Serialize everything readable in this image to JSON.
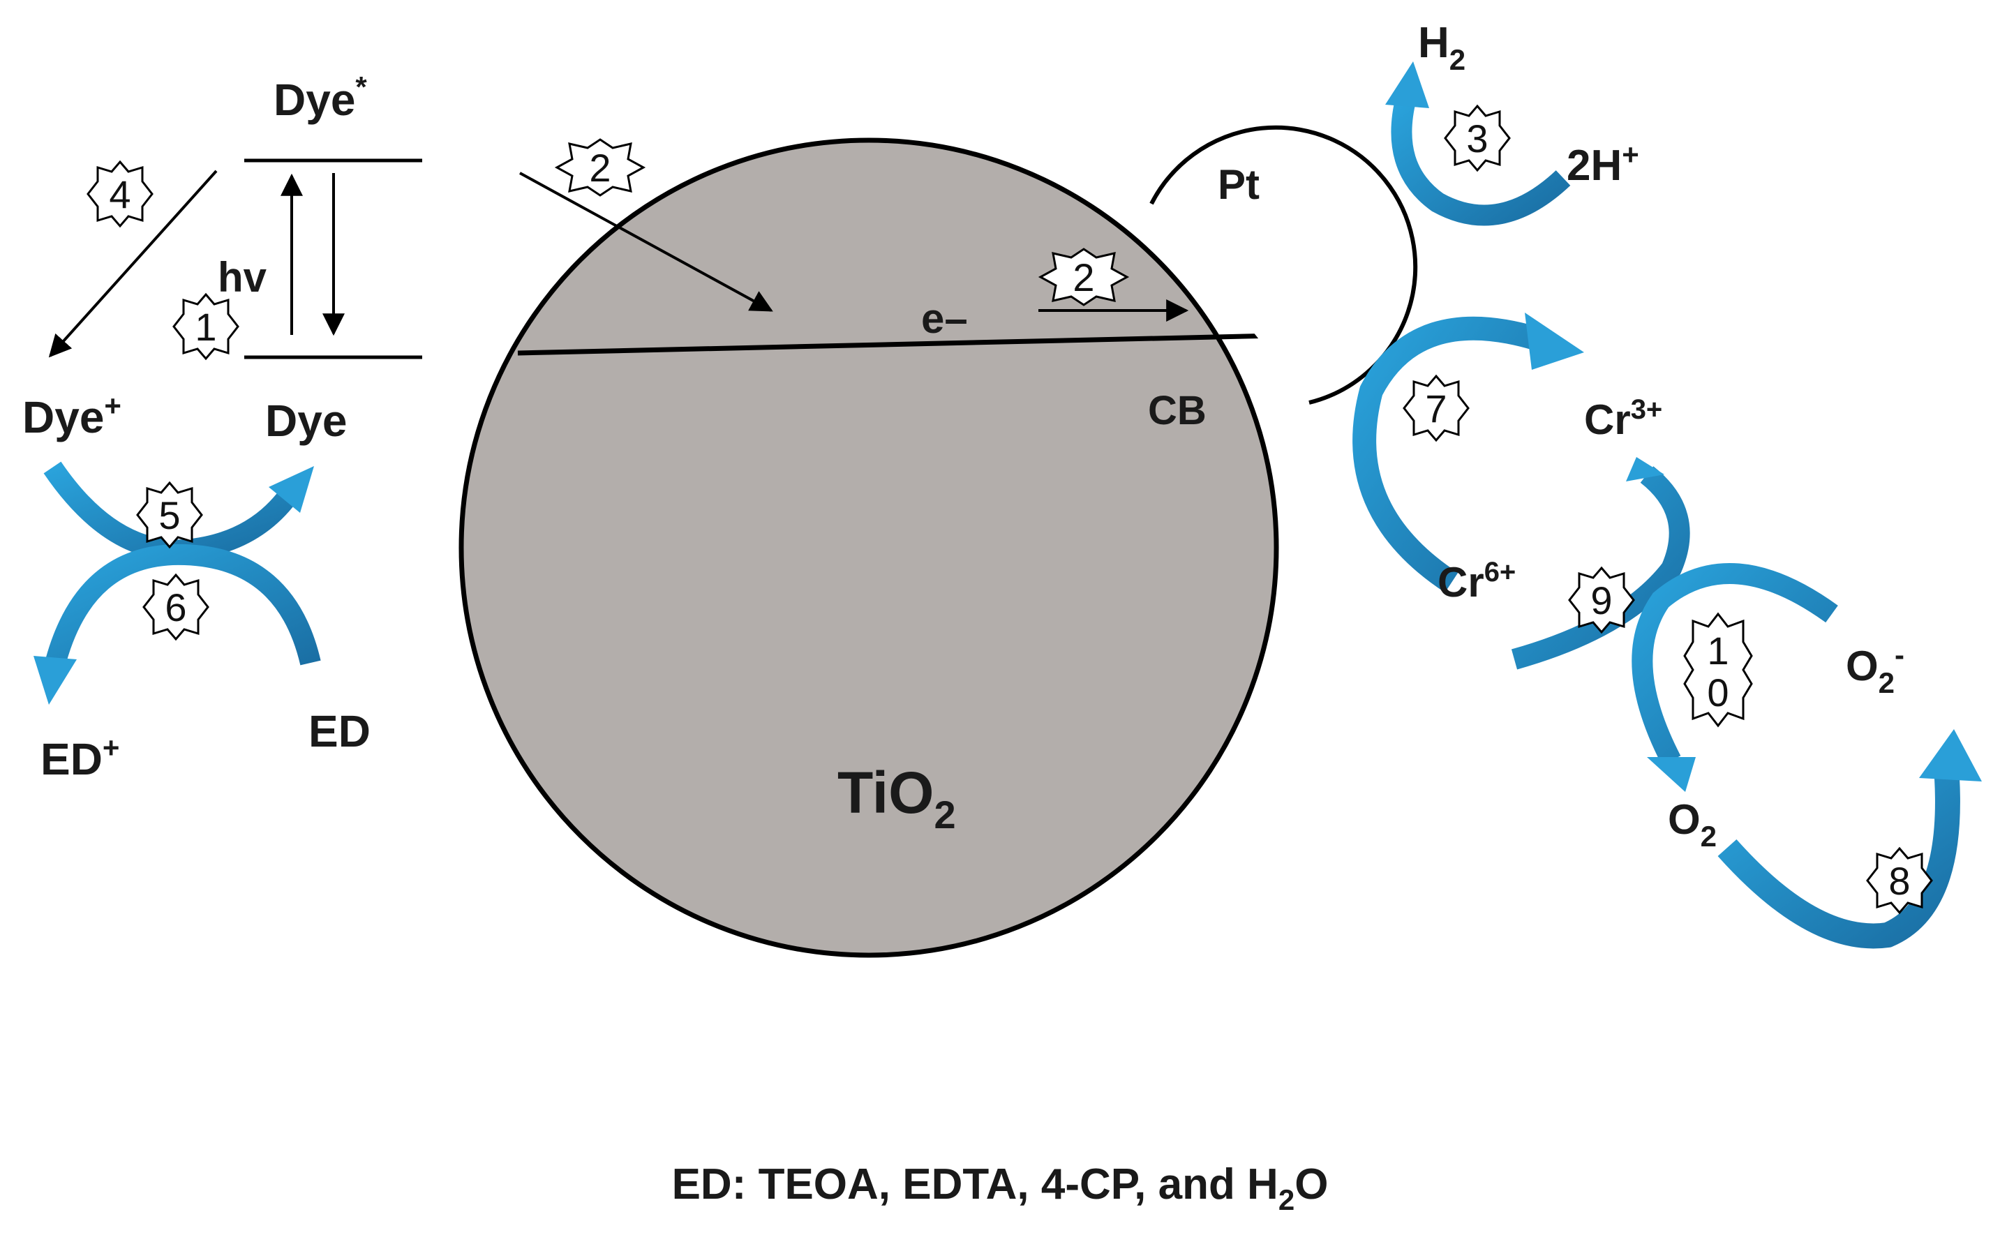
{
  "colors": {
    "background": "#ffffff",
    "particle_fill": "#b3aeab",
    "outline": "#000000",
    "arrow_light": "#2a9fd8",
    "arrow_dark": "#1b6fa3"
  },
  "labels": {
    "dye_excited": "Dye",
    "dye_excited_sup": "*",
    "hv": "hv",
    "dye_plus": "Dye",
    "dye_plus_sup": "+",
    "dye": "Dye",
    "ed_plus": "ED",
    "ed_plus_sup": "+",
    "ed": "ED",
    "electron": "e–",
    "cb": "CB",
    "tio2": "TiO",
    "tio2_sub": "2",
    "pt": "Pt",
    "h2": "H",
    "h2_sub": "2",
    "two_h_plus": "2H",
    "two_h_plus_sup": "+",
    "cr3": "Cr",
    "cr3_sup": "3+",
    "cr6": "Cr",
    "cr6_sup": "6+",
    "o2_radical": "O",
    "o2_radical_sub": "2",
    "o2_radical_sup": "-",
    "o2": "O",
    "o2_sub": "2"
  },
  "steps": {
    "s1": "1",
    "s2a": "2",
    "s2b": "2",
    "s3": "3",
    "s4": "4",
    "s5": "5",
    "s6": "6",
    "s7": "7",
    "s8": "8",
    "s9": "9",
    "s10_line1": "1",
    "s10_line2": "0"
  },
  "footer": {
    "prefix": "ED: TEOA, EDTA, 4-CP, and H",
    "sub": "2",
    "suffix": "O"
  },
  "icons": [
    "star-badge-icon",
    "curved-arrow-icon",
    "straight-arrow-icon"
  ]
}
